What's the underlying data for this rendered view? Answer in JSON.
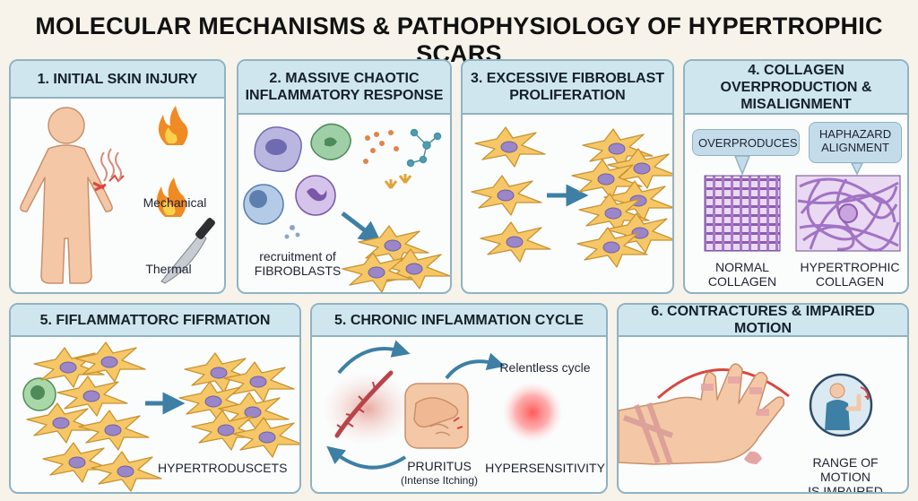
{
  "title": "MOLECULAR MECHANISMS & PATHOPHYSIOLOGY OF HYPERTROPHIC SCARS",
  "panels": {
    "p1": {
      "heading": "1. INITIAL SKIN INJURY",
      "mechanical": "Mechanical",
      "thermal": "Thermal"
    },
    "p2": {
      "heading": "2. MASSIVE CHAOTIC INFLAMMATORY RESPONSE",
      "recruitment_1": "recruitment of",
      "recruitment_2": "FIBROBLASTS"
    },
    "p3": {
      "heading": "3. EXCESSIVE FIBROBLAST PROLIFERATION"
    },
    "p4": {
      "heading": "4. COLLAGEN OVERPRODUCTION & MISALIGNMENT",
      "bubble_overproduces": "OVERPRODUCES",
      "bubble_haphazard": "HAPHAZARD ALIGNMENT",
      "normal_1": "NORMAL",
      "normal_2": "COLLAGEN",
      "hyper_1": "HYPERTROPHIC",
      "hyper_2": "COLLAGEN"
    },
    "p5": {
      "heading": "5. FIFLAMMATTORC FIFRMATION",
      "label": "HYPERTRODUSCETS"
    },
    "p6": {
      "heading": "5. CHRONIC INFLAMMATION CYCLE",
      "relentless": "Relentless cycle",
      "pruritus": "PRURITUS",
      "pruritus_sub": "(Intense Itching)",
      "hypersensitivity": "HYPERSENSITIVITY"
    },
    "p7": {
      "heading": "6. CONTRACTURES & IMPAIRED MOTION",
      "rom_1": "RANGE OF MOTION",
      "rom_2": "IS IMPAIRED"
    }
  },
  "colors": {
    "header_bg": "#cfe6ee",
    "border": "#8fb3c2",
    "fibroblast": "#f6c766",
    "nucleus": "#9a86c8",
    "arrow": "#3d7fa5",
    "skin": "#f4c8a6",
    "red": "#d9473d"
  }
}
